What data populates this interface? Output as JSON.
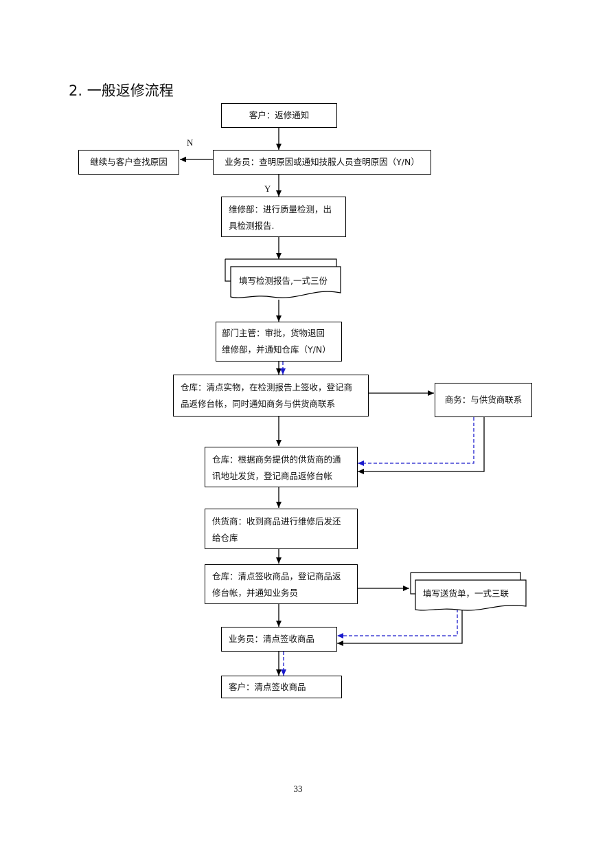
{
  "heading": "2.  一般返修流程",
  "boxes": {
    "customer_notice": "客户：返修通知",
    "salesperson_check": "业务员：查明原因或通知技服人员查明原因（Y/N）",
    "continue_find": "继续与客户查找原因",
    "repair_dept": [
      "维修部：进行质量检测，出",
      "具检测报告."
    ],
    "dept_supervisor": [
      "部门主管：审批，货物退回",
      "维修部，并通知仓库（Y/N）"
    ],
    "warehouse_count": [
      "仓库：清点实物，在检测报告上签收，登记商",
      "品返修台帐，同时通知商务与供货商联系"
    ],
    "commerce_contact": "商务：与供货商联系",
    "warehouse_ship": [
      "仓库：根据商务提供的供货商的通",
      "讯地址发货，登记商品返修台帐"
    ],
    "supplier_repair": [
      "供货商：收到商品进行维修后发还",
      "给仓库"
    ],
    "warehouse_receive": [
      "仓库：清点签收商品，登记商品返",
      "修台帐，并通知业务员"
    ],
    "salesperson_receive": "业务员：清点签收商品",
    "customer_receive": "客户：清点签收商品"
  },
  "documents": {
    "inspection_report": "填写检测报告,一式三份",
    "delivery_note": "填写送货单，一式三联"
  },
  "labels": {
    "no": "N",
    "yes": "Y"
  },
  "page_number": "33",
  "colors": {
    "solid_line": "#000000",
    "dashed_line": "#1a1acc"
  }
}
